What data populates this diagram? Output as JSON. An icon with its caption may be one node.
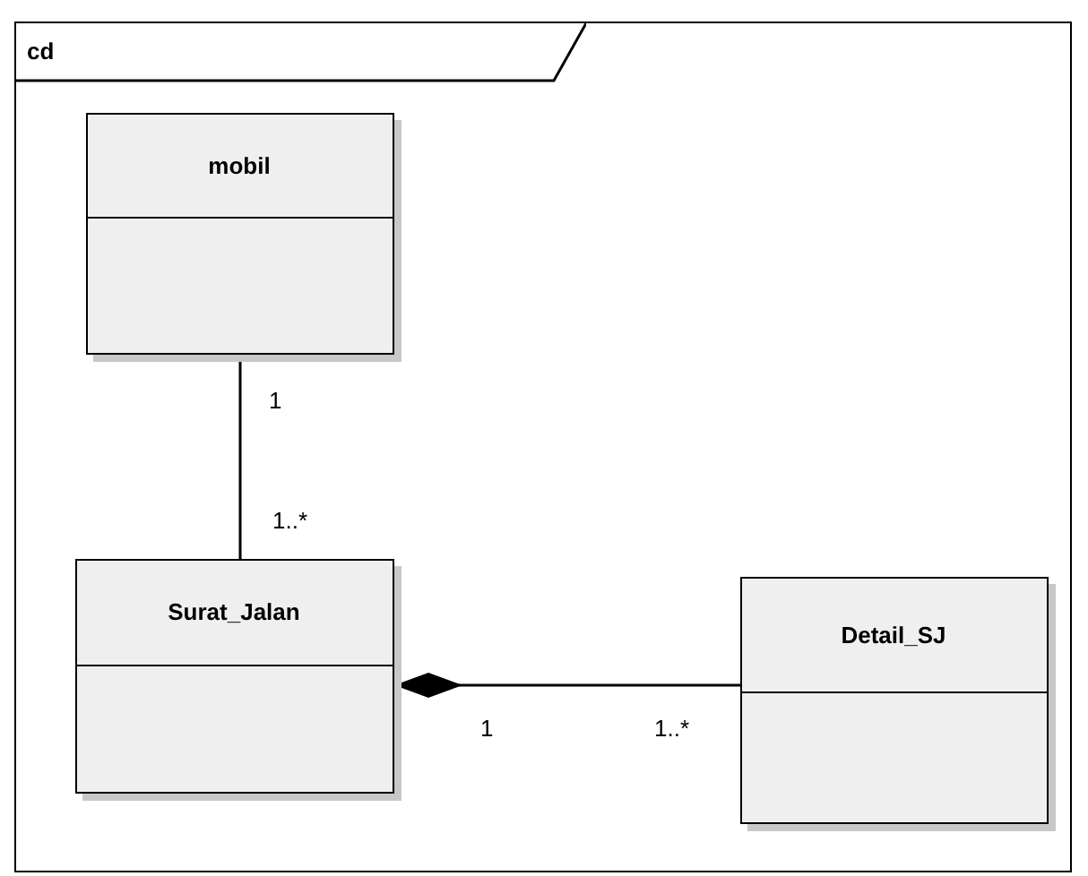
{
  "diagram": {
    "nodes": [
      {
        "text": [
          "cd"
        ]
      },
      {
        "text": [
          "mobil"
        ],
        "in": 0
      },
      {
        "text": [
          "Surat_Jalan"
        ],
        "in": 0
      },
      {
        "text": [
          "Detail_SJ"
        ],
        "in": 0
      }
    ],
    "edges": [
      {
        "from": 1,
        "to": 2,
        "arrow": "none"
      },
      {
        "from": 2,
        "to": 3,
        "arrow": "other"
      }
    ],
    "labels": [
      "1",
      "1..*",
      "1",
      "1..*"
    ]
  }
}
